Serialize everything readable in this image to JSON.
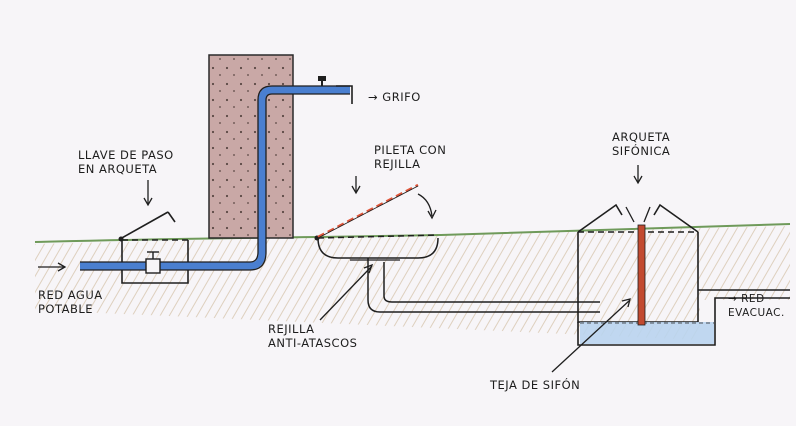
{
  "labels": {
    "grifo": "→ GRIFO",
    "llave_line1": "LLAVE DE PASO",
    "llave_line2": "EN ARQUETA",
    "pileta_line1": "PILETA CON",
    "pileta_line2": "REJILLA",
    "arqueta_line1": "ARQUETA",
    "arqueta_line2": "SIFÓNICA",
    "red_agua_line1": "RED AGUA",
    "red_agua_line2": "POTABLE",
    "rejilla_line1": "REJILLA",
    "rejilla_line2": "ANTI-ATASCOS",
    "teja": "TEJA DE SIFÓN",
    "red_evac_line1": "→ RED",
    "red_evac_line2": "EVACUAC."
  },
  "colors": {
    "water_pipe": "#4a7fd0",
    "water_fill": "#b9d4ee",
    "wall": "#c9a8a6",
    "teja": "#c24a30",
    "grid_dash": "#e0553a",
    "ground": "#6f9a5a"
  }
}
